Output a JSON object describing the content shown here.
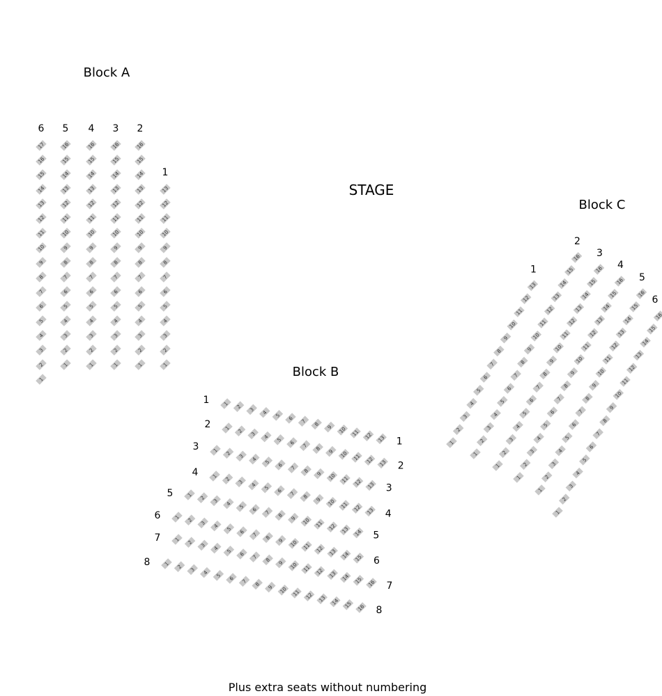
{
  "stage": {
    "label": "STAGE"
  },
  "footnote": "Plus extra seats without numbering",
  "colors": {
    "seat": "#c8c8c8",
    "seat_text": "#333333",
    "label": "#000000"
  },
  "blocks": [
    {
      "id": "A",
      "title": "Block A",
      "rows": [
        {
          "label": "6",
          "seats": 17
        },
        {
          "label": "5",
          "seats": 16
        },
        {
          "label": "4",
          "seats": 16
        },
        {
          "label": "3",
          "seats": 16
        },
        {
          "label": "2",
          "seats": 16
        },
        {
          "label": "1",
          "seats": 13
        }
      ]
    },
    {
      "id": "B",
      "title": "Block B",
      "rows": [
        {
          "label": "1",
          "seats": 13
        },
        {
          "label": "2",
          "seats": 13
        },
        {
          "label": "3",
          "seats": 13
        },
        {
          "label": "4",
          "seats": 13
        },
        {
          "label": "5",
          "seats": 14
        },
        {
          "label": "6",
          "seats": 15
        },
        {
          "label": "7",
          "seats": 16
        },
        {
          "label": "8",
          "seats": 16
        }
      ]
    },
    {
      "id": "C",
      "title": "Block C",
      "rows": [
        {
          "label": "1",
          "seats": 13
        },
        {
          "label": "2",
          "seats": 16
        },
        {
          "label": "3",
          "seats": 16
        },
        {
          "label": "4",
          "seats": 16
        },
        {
          "label": "5",
          "seats": 16
        },
        {
          "label": "6",
          "seats": 16
        }
      ]
    }
  ]
}
